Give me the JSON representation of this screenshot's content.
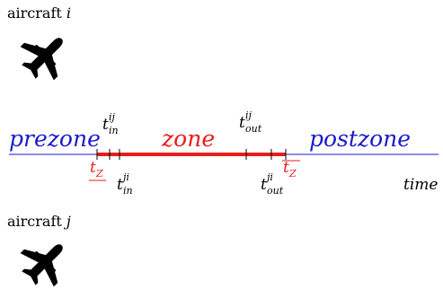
{
  "aircraft_i": {
    "label": "aircraft",
    "var": "i"
  },
  "aircraft_j": {
    "label": "aircraft",
    "var": "j"
  },
  "regions": {
    "prezone": "prezone",
    "zone": "zone",
    "postzone": "postzone"
  },
  "axis": {
    "label": "time"
  },
  "ticks": {
    "t_in_ij": {
      "base": "t",
      "sup": "ij",
      "sub": "in"
    },
    "t_out_ij": {
      "base": "t",
      "sup": "ij",
      "sub": "out"
    },
    "t_in_ji": {
      "base": "t",
      "sup": "ji",
      "sub": "in"
    },
    "t_out_ji": {
      "base": "t",
      "sup": "ji",
      "sub": "out"
    },
    "tz_lower": {
      "base": "t",
      "sub": "Z"
    },
    "tz_upper": {
      "base": "t",
      "sub": "Z"
    }
  },
  "colors": {
    "blue": "#1a1acc",
    "red": "#e81c1c",
    "black": "#000000"
  },
  "icons": {
    "plane_i": "airplane-icon",
    "plane_j": "airplane-icon"
  }
}
